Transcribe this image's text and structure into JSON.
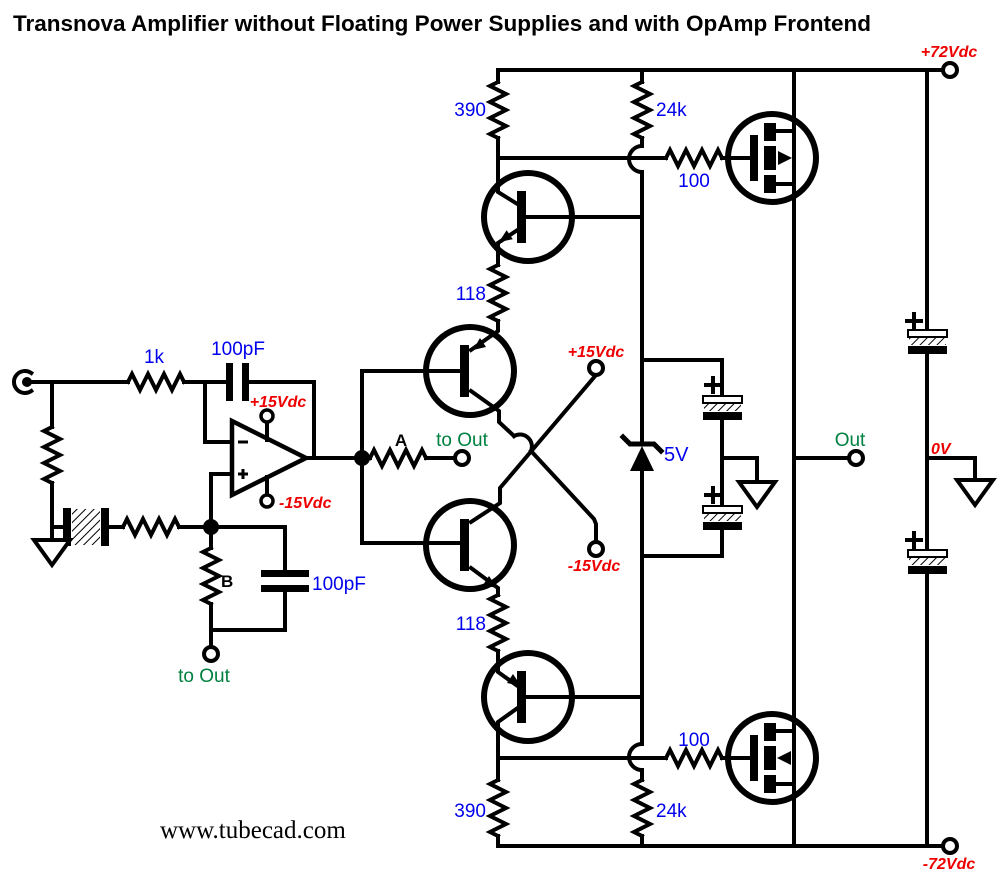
{
  "page": {
    "title": "Transnova Amplifier without Floating Power Supplies and with OpAmp Frontend",
    "watermark": "www.tubecad.com"
  },
  "colors": {
    "value_blue": "#0000EE",
    "supply_red": "#EE0000",
    "signal_green": "#008040",
    "ink": "#000000"
  },
  "input_stage": {
    "r_series": "1k",
    "c_feedback": "100pF",
    "opamp_vplus": "+15Vdc",
    "opamp_vminus": "-15Vdc",
    "r_feedback_shunt": "B",
    "c_feedback_shunt": "100pF",
    "to_out": "to Out"
  },
  "driver_stage": {
    "r_sense": "A",
    "to_out": "to Out",
    "vplus": "+15Vdc",
    "vminus": "-15Vdc",
    "zener": "5V"
  },
  "output_stage": {
    "r_load_top": "390",
    "r_bias_top": "24k",
    "r_gate_top": "100",
    "r_emitter_top": "118",
    "r_emitter_bottom": "118",
    "r_gate_bottom": "100",
    "r_load_bottom": "390",
    "r_bias_bottom": "24k",
    "out": "Out",
    "zero_volt": "0V",
    "rail_positive": "+72Vdc",
    "rail_negative": "-72Vdc"
  }
}
